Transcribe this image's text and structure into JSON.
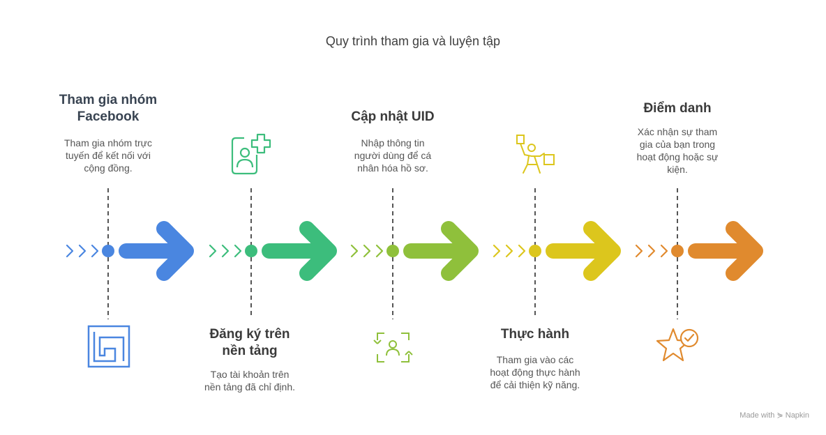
{
  "title": "Quy trình tham gia và luyện tập",
  "colors": [
    "#4a86e0",
    "#3cbd7c",
    "#8fc03b",
    "#dcc61d",
    "#e08a2e"
  ],
  "steps": [
    {
      "title": "Tham gia nhóm Facebook",
      "title_lines": [
        "Tham gia nhóm",
        "Facebook"
      ],
      "desc_lines": [
        "Tham gia nhóm trực",
        "tuyến để kết nối với",
        "cộng đồng."
      ],
      "icon": "facebook-group-icon",
      "color": "#4a86e0"
    },
    {
      "title": "Đăng ký trên nền tảng",
      "title_lines": [
        "Đăng ký trên",
        "nền tảng"
      ],
      "desc_lines": [
        "Tạo tài khoản trên",
        "nền tảng đã chỉ định."
      ],
      "icon": "user-add-icon",
      "color": "#3cbd7c"
    },
    {
      "title": "Cập nhật UID",
      "title_lines": [
        "Cập nhật UID"
      ],
      "desc_lines": [
        "Nhập thông tin",
        "người dùng để cá",
        "nhân hóa hồ sơ."
      ],
      "icon": "profile-update-icon",
      "color": "#8fc03b"
    },
    {
      "title": "Thực hành",
      "title_lines": [
        "Thực hành"
      ],
      "desc_lines": [
        "Tham gia vào các",
        "hoạt động thực hành",
        "để cải thiện kỹ năng."
      ],
      "icon": "practice-person-icon",
      "color": "#dcc61d"
    },
    {
      "title": "Điểm danh",
      "title_lines": [
        "Điểm danh"
      ],
      "desc_lines": [
        "Xác nhận sự tham",
        "gia của bạn trong",
        "hoạt động hoặc sự",
        "kiện."
      ],
      "icon": "star-check-icon",
      "color": "#e08a2e"
    }
  ],
  "watermark": "Made with ⋟ Napkin"
}
